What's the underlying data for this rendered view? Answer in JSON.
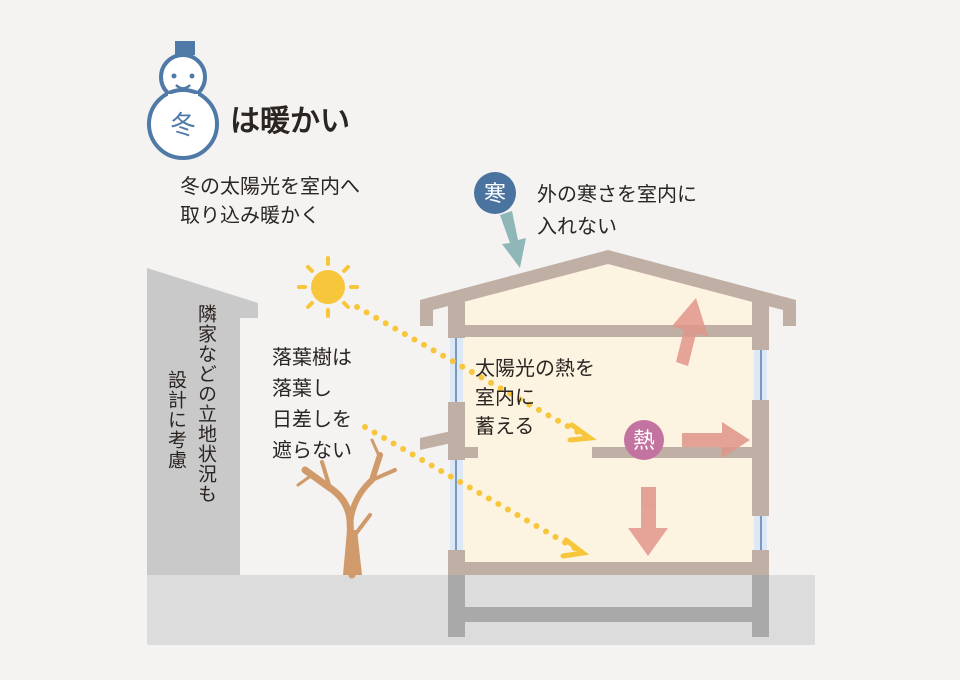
{
  "title": {
    "badge": "冬",
    "rest": "は暖かい"
  },
  "intro": {
    "line1": "冬の太陽光を室内へ",
    "line2": "取り込み暖かく"
  },
  "cold": {
    "badge": "寒",
    "line1": "外の寒さを室内に",
    "line2": "入れない"
  },
  "tree_note": {
    "lines": [
      "落葉樹は",
      "落葉し",
      "日差しを",
      "遮らない"
    ]
  },
  "heat_note": {
    "lines": [
      "太陽光の熱を",
      "室内に",
      "蓄える"
    ]
  },
  "heat": {
    "badge": "熱"
  },
  "neighbor": {
    "col1": "隣家などの立地状況も",
    "col2": "設計に考慮"
  },
  "colors": {
    "background": "#f4f3f2",
    "interior": "#fdf3e1",
    "frame": "#bfafa4",
    "sun": "#f7c63a",
    "heat": "#c2739f",
    "cold": "#4a73a0",
    "arrow": "#e0958a"
  }
}
